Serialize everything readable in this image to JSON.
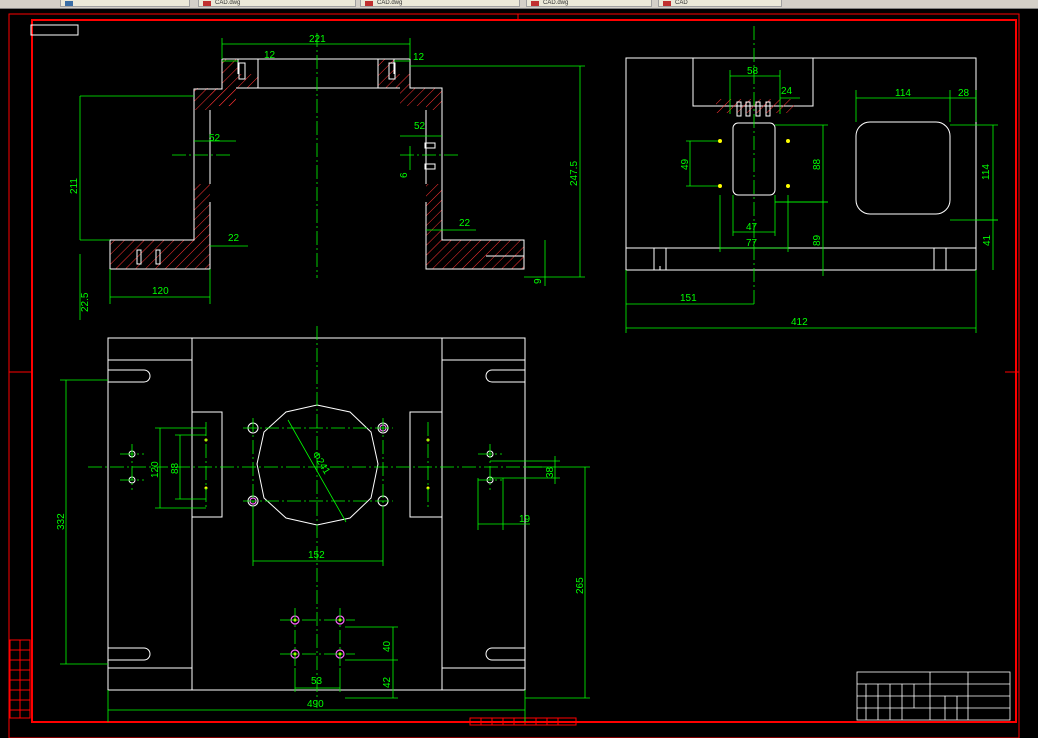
{
  "taskbar": {
    "tabs": [
      {
        "label": "",
        "icon": "app-icon"
      },
      {
        "label": "CAD.dwg",
        "icon": "drawing-icon"
      },
      {
        "label": "CAD.dwg",
        "icon": "drawing-icon"
      },
      {
        "label": "CAD.dwg",
        "icon": "drawing-icon"
      },
      {
        "label": "CAD",
        "icon": "drawing-icon"
      }
    ]
  },
  "colors": {
    "frame": "#ff0000",
    "outline": "#ffffff",
    "center_line": "#00ff00",
    "dimension": "#00ff00",
    "hatch": "#ff3333",
    "background": "#000000"
  },
  "views": {
    "front_section": {
      "dims": {
        "top_width": "221",
        "left_lug": "12",
        "right_lug": "12",
        "left_wall": "52",
        "right_wall": "52",
        "height_main": "211",
        "height_total": "247.5",
        "hole_dim": "6",
        "left_flange_thk": "22",
        "right_flange_thk": "22",
        "base_offset": "22.5",
        "base_width": "120",
        "base_step": "9"
      }
    },
    "side_view": {
      "dims": {
        "slot_width": "58",
        "slot_step": "24",
        "window_width": "114",
        "window_edge": "28",
        "pocket_height": "49",
        "pocket_depth": "88",
        "window_height": "114",
        "inner_width": "47",
        "outer_width": "77",
        "lower_height": "89",
        "lower_right": "41",
        "center_offset": "151",
        "total_width": "412"
      }
    },
    "plan_view": {
      "dims": {
        "bore_diameter": "Φ241",
        "hole_spacing": "152",
        "left_height": "120",
        "left_pocket": "88",
        "right_hole": "38",
        "right_offset": "19",
        "overall_height": "332",
        "right_height": "265",
        "pin_vertical": "40",
        "pin_horizontal": "53",
        "pin_bottom": "42",
        "overall_width": "490"
      }
    }
  }
}
